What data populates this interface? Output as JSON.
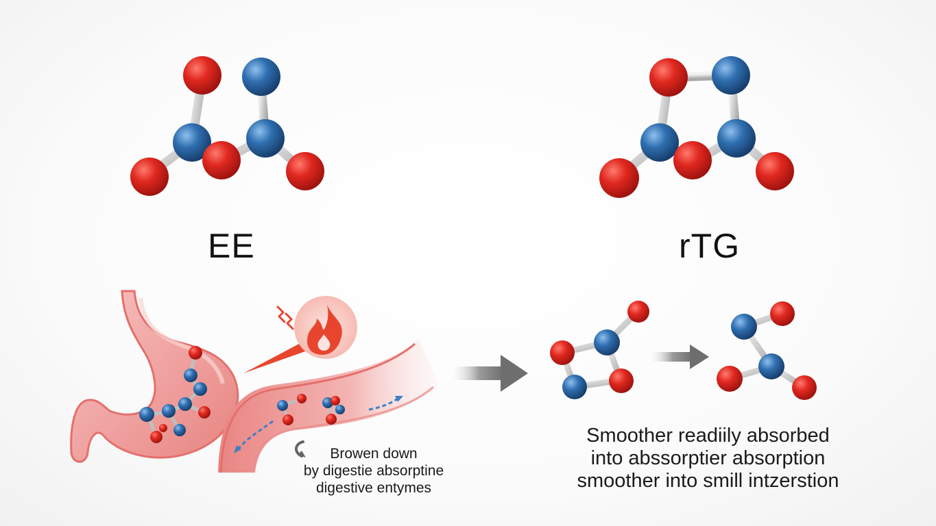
{
  "molecules": {
    "ee_label": "EE",
    "rtg_label": "rTG"
  },
  "icons": {
    "stomach": "stomach-illustration",
    "intestine": "intestine-illustration",
    "fire": "fire-icon",
    "arrow": "arrow-right-icon"
  },
  "captions": {
    "left": [
      "Browen down",
      "by digestie absorptine",
      "digestive entymes"
    ],
    "right": [
      "Smoother readiily absorbed",
      "into abssorptier absorption",
      "smoother into smill intzerstion"
    ]
  },
  "colors": {
    "oxygen_red": "#d42a22",
    "carbon_blue": "#2f6fb0",
    "bond_gray": "#c8c8c8",
    "stomach_pink": "#f0a8a6",
    "fire_red": "#e8452e"
  }
}
